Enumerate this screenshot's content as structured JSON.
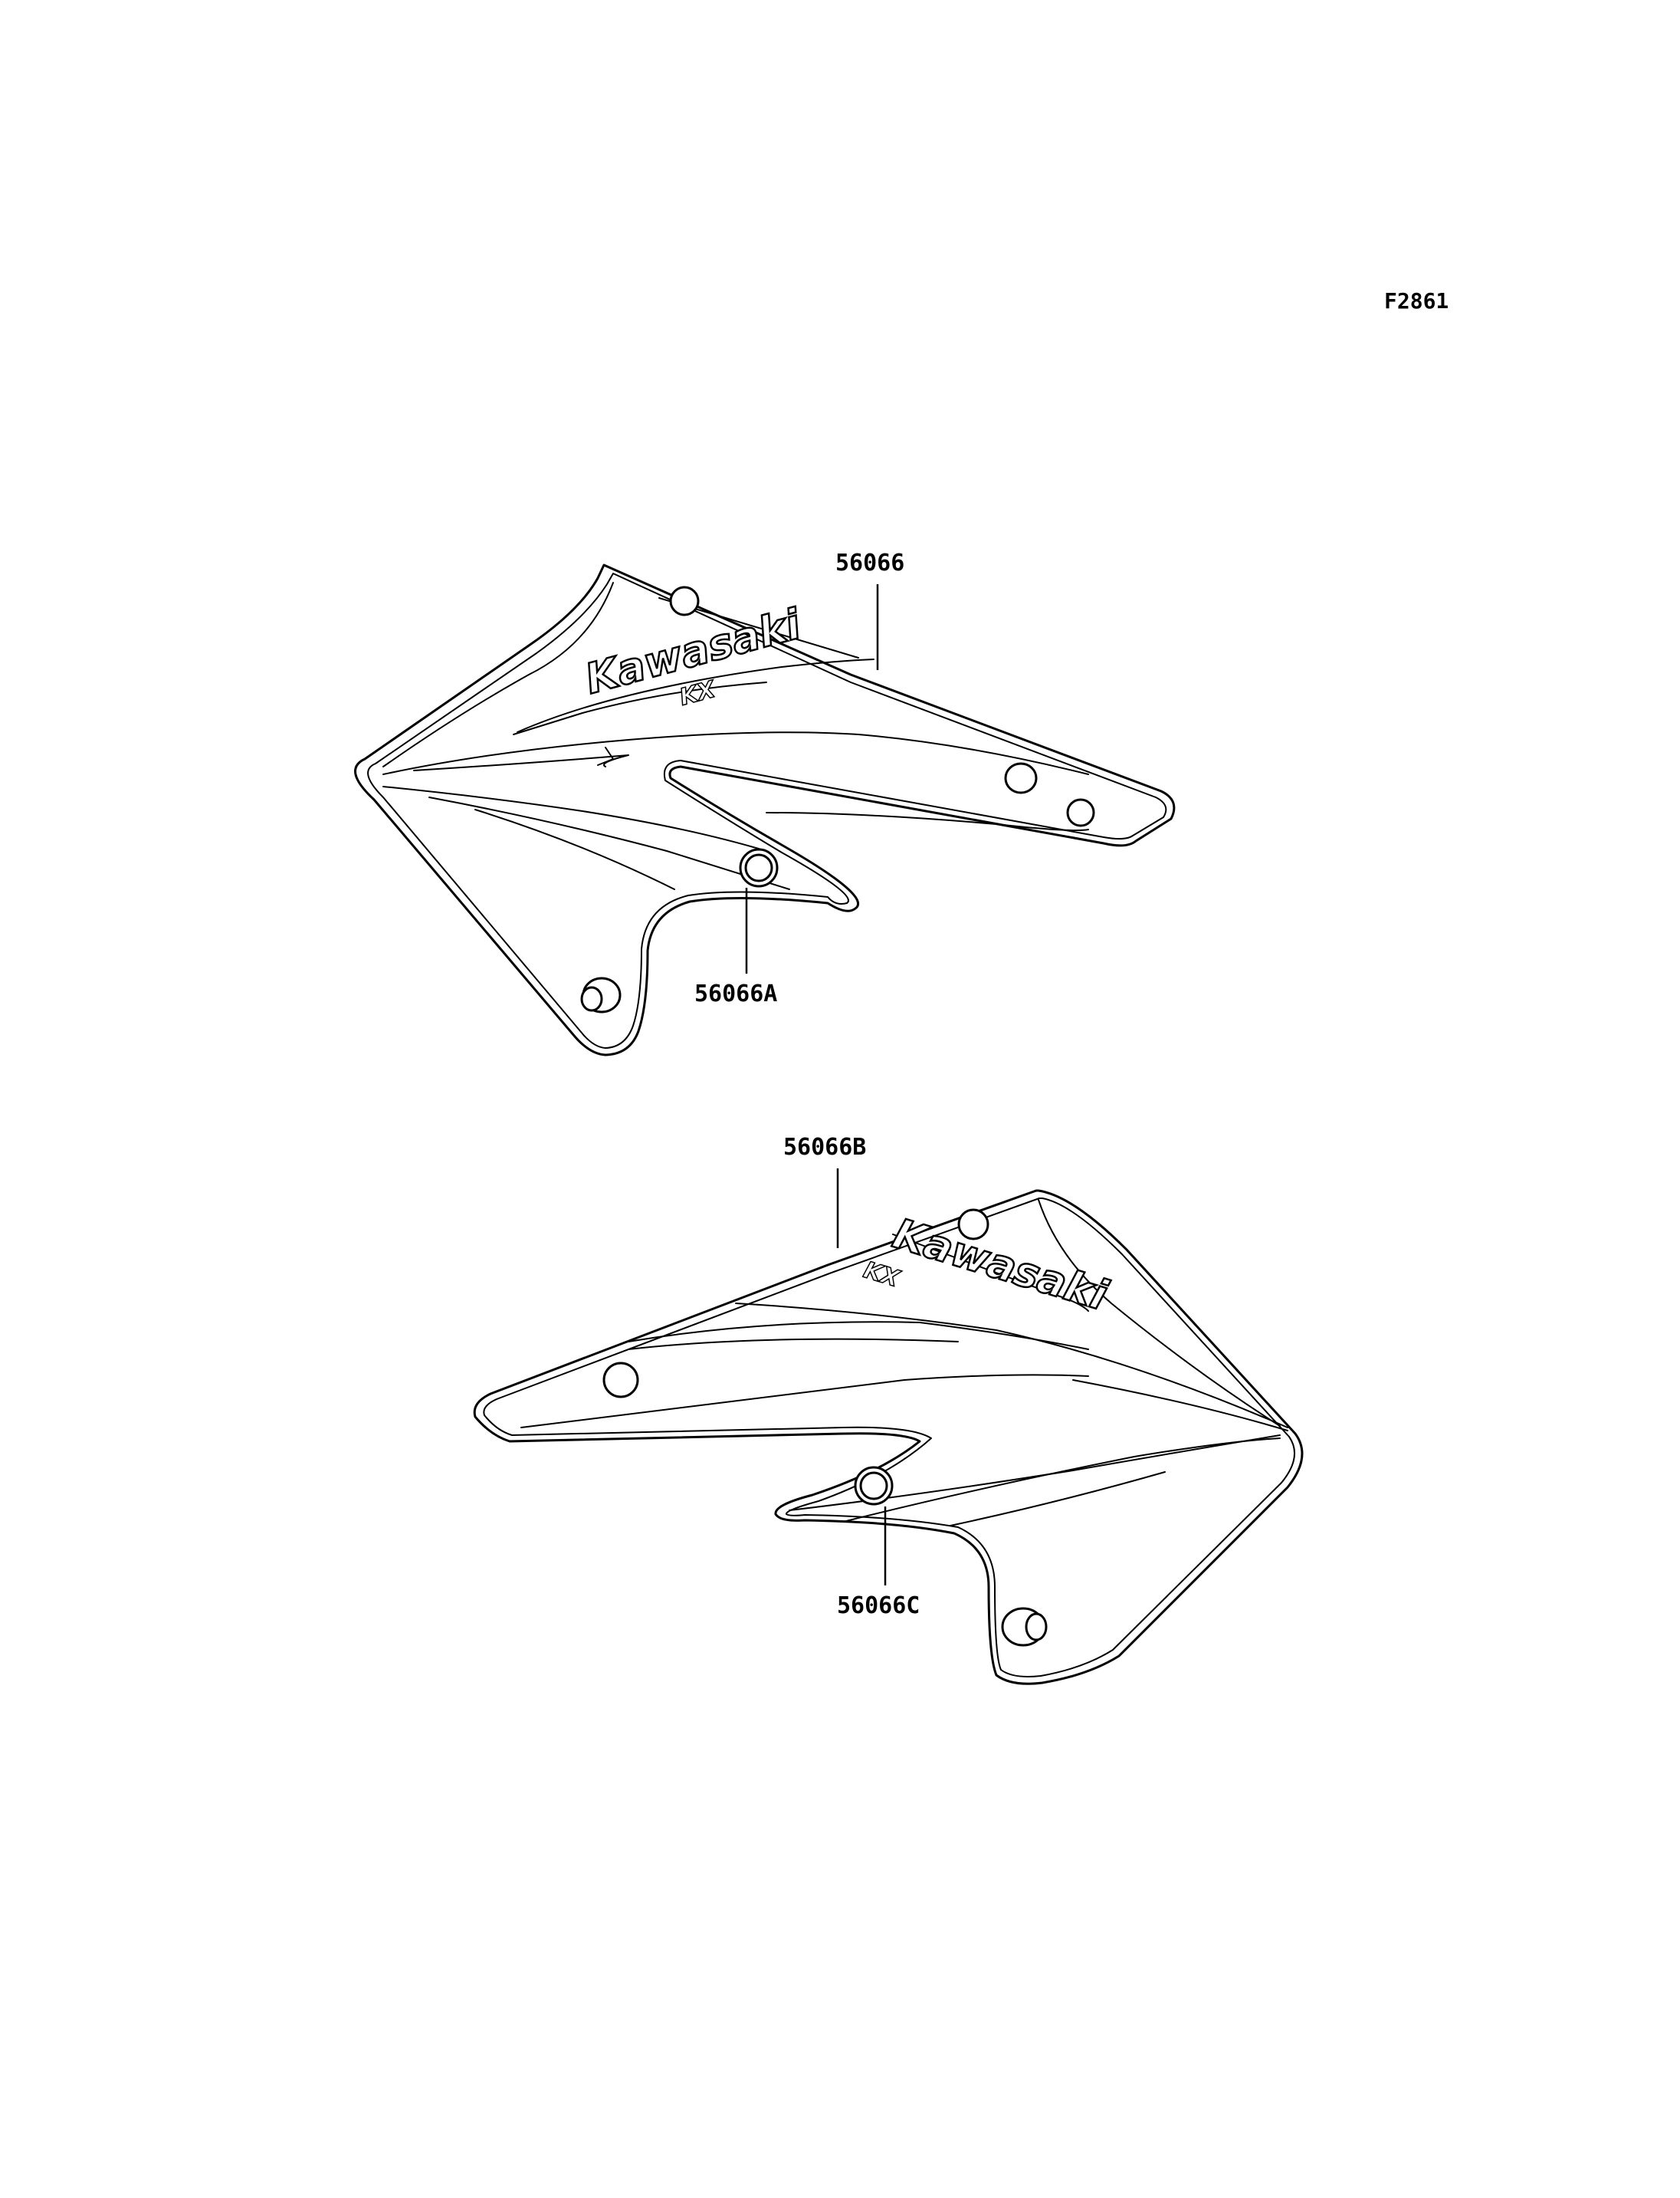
{
  "figure_code": "F2861",
  "parts": {
    "upper_decal": {
      "label": "56066"
    },
    "upper_patch": {
      "label": "56066A"
    },
    "lower_decal": {
      "label": "56066B"
    },
    "lower_patch": {
      "label": "56066C"
    }
  },
  "decal_text": {
    "brand": "Kawasaki",
    "model": "KX"
  }
}
